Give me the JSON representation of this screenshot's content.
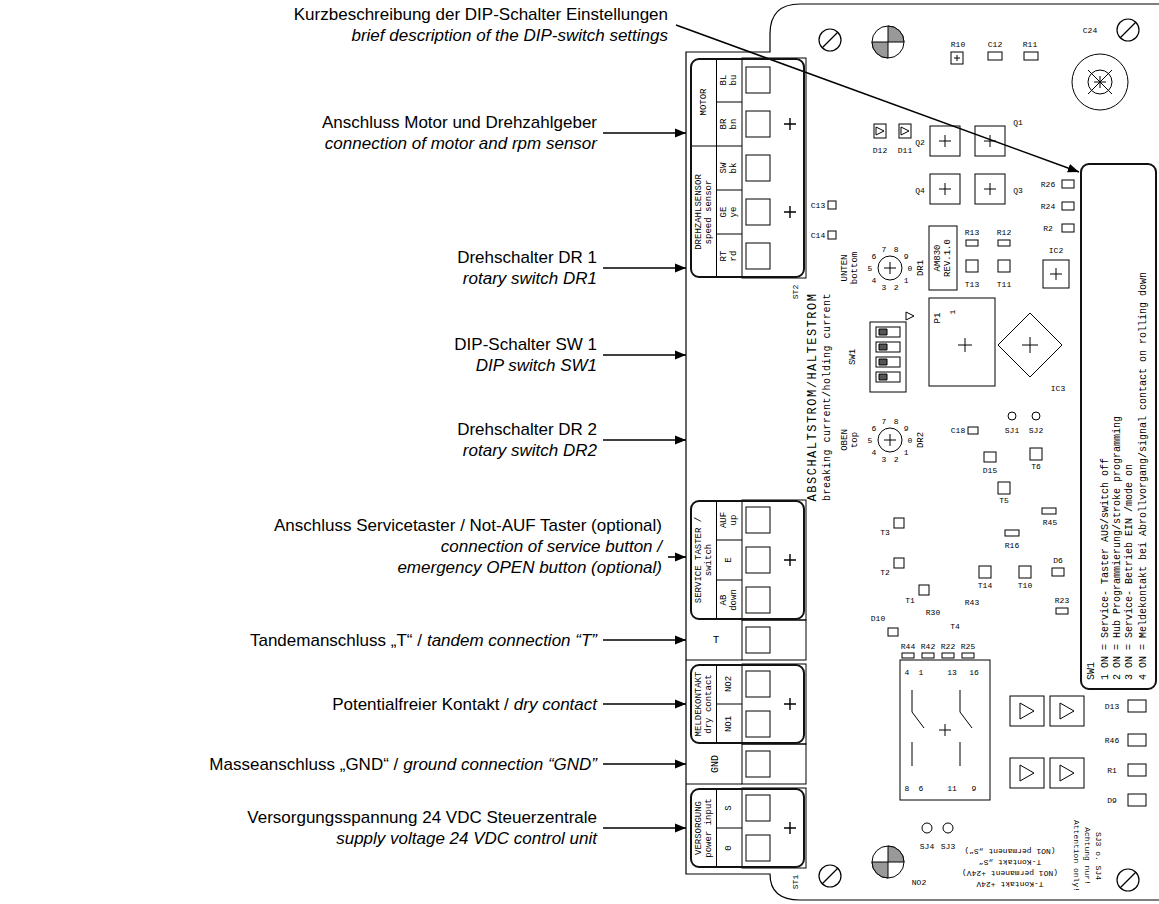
{
  "diagram": {
    "nodes": [
      {
        "text": [
          "MOTOR",
          "BL bu",
          "BR bn",
          "DREHZAHLSENSOR speed sensor",
          "SW bk",
          "GE ye",
          "RT rd"
        ]
      },
      {
        "text": [
          "SERVICE TASTER / switch",
          "AUF up",
          "E",
          "AB down"
        ]
      },
      {
        "text": [
          "MELDEKONTAKT dry contact",
          "NO2",
          "NO1"
        ]
      },
      {
        "text": [
          "VERSORGUNG power input",
          "S",
          "0"
        ]
      },
      {
        "text": [
          "SW1",
          "1 ON = Service- Taster AUS/switch off",
          "2 ON = Hub Programmierung/stroke programming",
          "3 ON = Service- Betrieb EIN /mode on",
          "4 ON = Meldekontakt bei Abrollvorgang/signal contact on rolling down"
        ]
      }
    ],
    "labels": [
      "Kurzbeschreibung der DIP-Schalter Einstellungen",
      "brief description of the DIP-switch settings",
      "Anschluss Motor und Drehzahlgeber",
      "connection of motor and rpm sensor",
      "Drehschalter DR 1",
      "rotary switch DR1",
      "DIP-Schalter SW 1",
      "DIP switch SW1",
      "Drehschalter DR 2",
      "rotary switch DR2",
      "Anschluss Servicetaster / Not-AUF Taster (optional)",
      "connection of service button /",
      "emergency OPEN button (optional)",
      "Tandemanschluss „T“ /",
      "tandem connection “T”",
      "Potentialfreier Kontakt /",
      "dry contact",
      "Masseanschluss „GND“ /",
      "ground connection “GND”",
      "Versorgungsspannung 24 VDC Steuerzentrale",
      "supply voltage 24 VDC control unit",
      "T",
      "GND",
      "ST2",
      "ST1",
      "ABSCHALTSTROM/HALTESTROM",
      "breaking current/holding current",
      "UNTEN bottom",
      "DR1",
      "SW1",
      "OBEN top",
      "DR2",
      "AM830 REV.1.0",
      "P1",
      "1",
      "0",
      "1",
      "2",
      "3",
      "4",
      "5",
      "6",
      "7",
      "8",
      "9",
      "0",
      "1",
      "2",
      "3",
      "4",
      "5",
      "6",
      "7",
      "8",
      "9",
      "R10",
      "C12",
      "R11",
      "C24",
      "D12",
      "D11",
      "Q2",
      "Q1",
      "Q4",
      "Q3",
      "C13",
      "C14",
      "R26",
      "R24",
      "R2",
      "R13",
      "R12",
      "T13",
      "T11",
      "IC2",
      "IC3",
      "C18",
      "SJ1",
      "SJ2",
      "D15",
      "T6",
      "T5",
      "R45",
      "R16",
      "D6",
      "T14",
      "T10",
      "R23",
      "T3",
      "T2",
      "T1",
      "D10",
      "R30",
      "R43",
      "T4",
      "R44",
      "R42",
      "R22",
      "R25",
      "4",
      "1",
      "13",
      "16",
      "8",
      "6",
      "11",
      "9",
      "D13",
      "R46",
      "R1",
      "D9",
      "SJ4",
      "SJ3",
      "NO2",
      "T-Kontakt +24V",
      "(NO1 permanent +24V)",
      "T-Kontakt „S“",
      "(NO1 permanent „S“)",
      "Attention only!",
      "Achtung nur!",
      "SJ3 o. SJ4"
    ]
  }
}
